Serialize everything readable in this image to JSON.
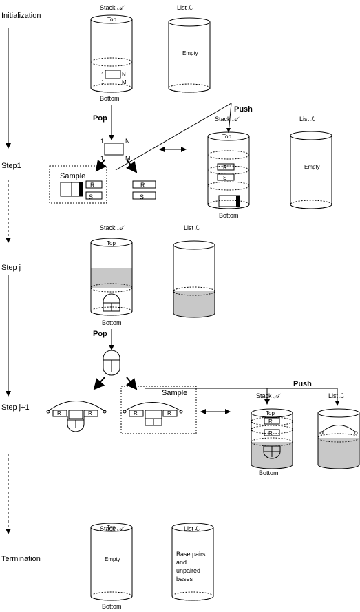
{
  "steps": {
    "initialization": "Initialization",
    "step1": "Step1",
    "step_j": "Step j",
    "step_j1": "Step j+1",
    "termination": "Termination"
  },
  "labels": {
    "stack": "Stack",
    "stack_symbol": "𝒜",
    "list": "List",
    "list_symbol": "ℒ",
    "top": "Top",
    "bottom": "Bottom",
    "empty": "Empty",
    "pop": "Pop",
    "push": "Push",
    "sample": "Sample",
    "one": "1",
    "n": "N",
    "m": "M",
    "r": "R",
    "s": "S"
  },
  "termination_list": [
    "Base pairs",
    "and",
    "unpaired",
    "bases"
  ]
}
